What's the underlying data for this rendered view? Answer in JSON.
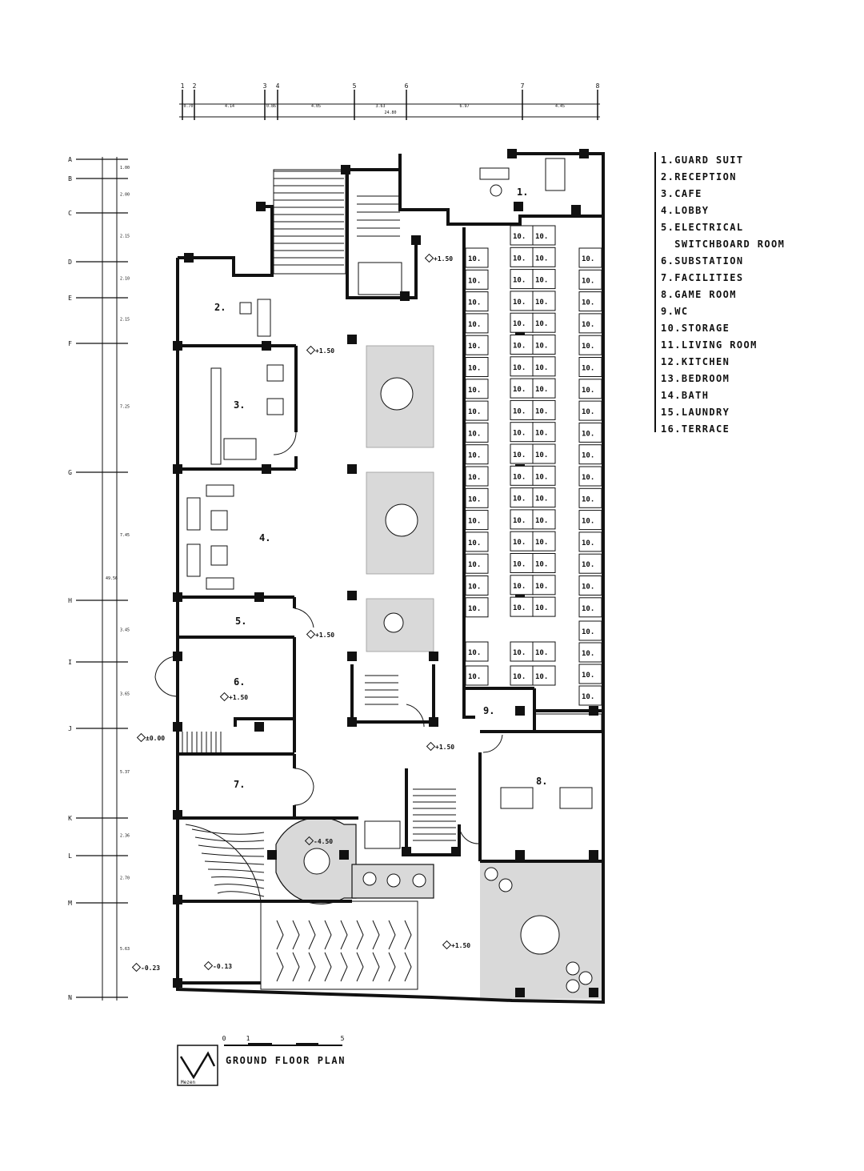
{
  "legend": [
    "1.GUARD SUIT",
    "2.RECEPTION",
    "3.CAFE",
    "4.LOBBY",
    "5.ELECTRICAL\n  SWITCHBOARD ROOM",
    "6.SUBSTATION",
    "7.FACILITIES",
    "8.GAME ROOM",
    "9.WC",
    "10.STORAGE",
    "11.LIVING ROOM",
    "12.KITCHEN",
    "13.BEDROOM",
    "14.BATH",
    "15.LAUNDRY",
    "16.TERRACE"
  ],
  "title": "GROUND FLOOR PLAN",
  "logo_text": "Mezen",
  "scale": {
    "labels": [
      "0",
      "1",
      "5"
    ]
  },
  "grid_columns": [
    "1",
    "2",
    "3",
    "4",
    "5",
    "6",
    "7",
    "8"
  ],
  "column_dims": [
    "0.70",
    "4.14",
    "0.86",
    "4.05",
    "3.63",
    "6.97",
    "4.45"
  ],
  "column_total": "24.80",
  "grid_rows": [
    "A",
    "B",
    "C",
    "D",
    "E",
    "F",
    "G",
    "H",
    "I",
    "J",
    "K",
    "L",
    "M",
    "N"
  ],
  "row_dims": [
    "1.00",
    "2.00",
    "2.15",
    "2.10",
    "2.15",
    "7.25",
    "7.45",
    "3.45",
    "3.65",
    "5.37",
    "2.36",
    "2.70",
    "5.63"
  ],
  "row_total": "49.56",
  "room_labels": [
    "1.",
    "2.",
    "3.",
    "4.",
    "5.",
    "6.",
    "7.",
    "8.",
    "9."
  ],
  "storage_label": "10.",
  "levels": [
    "+1.50",
    "+1.50",
    "+1.50",
    "+1.50",
    "+1.50",
    "+1.50",
    "±0.00",
    "-4.50",
    "-0.23",
    "-0.13"
  ]
}
